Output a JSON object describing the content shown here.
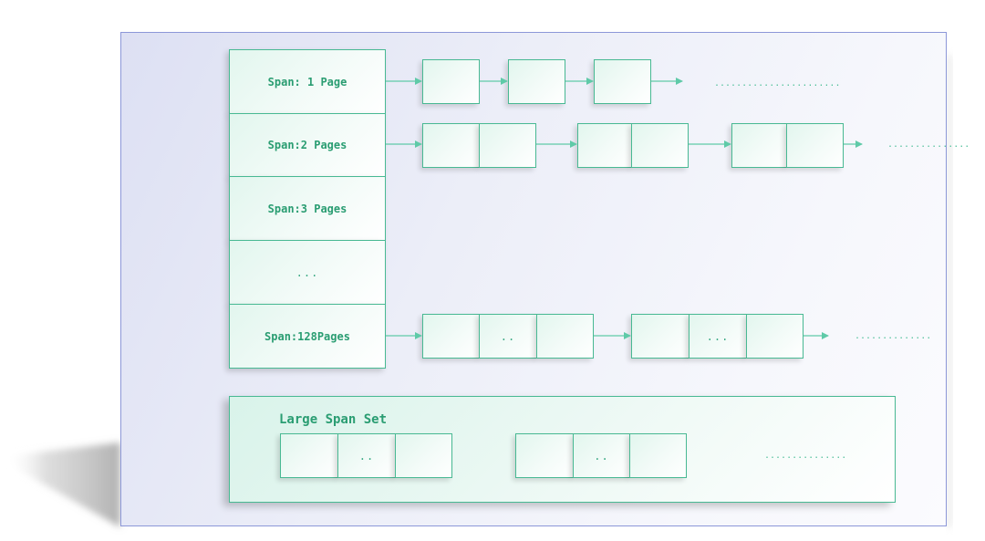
{
  "size_classes": [
    {
      "label": "Span: 1 Page"
    },
    {
      "label": "Span:2 Pages"
    },
    {
      "label": "Span:3 Pages"
    },
    {
      "label": "..."
    },
    {
      "label": "Span:128Pages"
    }
  ],
  "lists": {
    "row1": {
      "inner": [
        "",
        "",
        ""
      ],
      "trailing": "......................."
    },
    "row2": {
      "trailing": "..............."
    },
    "row3": {
      "inner": [
        "..",
        "..."
      ],
      "trailing": ".............."
    }
  },
  "large_span_set": {
    "title": "Large Span Set",
    "inner": [
      "..",
      ".."
    ],
    "trailing": "..............."
  },
  "colors": {
    "accent": "#2a9d72",
    "border": "#48b993",
    "arrow": "#5fcaa8",
    "panel_border": "#8c97d8"
  }
}
